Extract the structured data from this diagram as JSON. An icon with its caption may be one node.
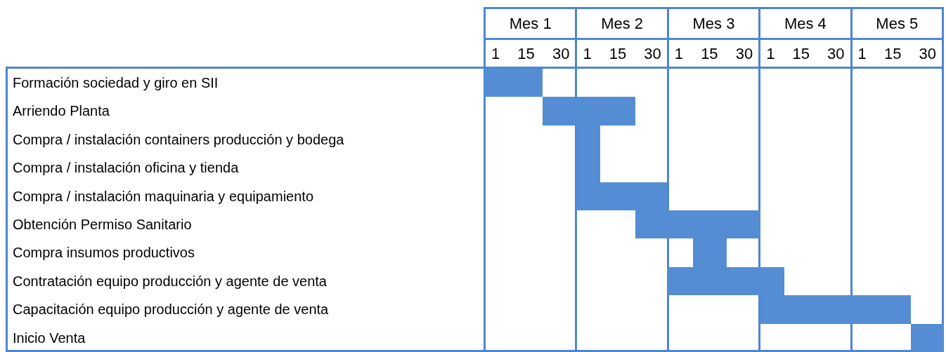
{
  "diagram": {
    "nodes": [
      {
        "text": [],
        "shape": "bar"
      },
      {
        "text": [],
        "shape": "bar"
      },
      {
        "text": [],
        "shape": "bar"
      },
      {
        "text": [],
        "shape": "bar"
      },
      {
        "text": [],
        "shape": "bar"
      },
      {
        "text": [],
        "shape": "bar"
      },
      {
        "text": [],
        "shape": "bar"
      },
      {
        "text": [],
        "shape": "bar"
      },
      {
        "text": [],
        "shape": "bar"
      },
      {
        "text": [],
        "shape": "bar"
      }
    ],
    "labels": [
      "Mes 1",
      "Mes 2",
      "Mes 3",
      "Mes 4",
      "Mes 5",
      "1",
      "15",
      "30",
      "1",
      "15",
      "30",
      "1",
      "15",
      "30",
      "1",
      "15",
      "30",
      "1",
      "15",
      "30",
      "Formación sociedad y giro en SII",
      "Arriendo Planta",
      "Compra / instalación containers producción y bodega",
      "Compra / instalación oficina y tienda",
      "Compra / instalación maquinaria y equipamiento",
      "Obtención Permiso Sanitario",
      "Compra insumos productivos",
      "Contratación equipo producción y agente de venta",
      "Capacitación equipo producción y agente de venta",
      "Inicio Venta"
    ]
  }
}
